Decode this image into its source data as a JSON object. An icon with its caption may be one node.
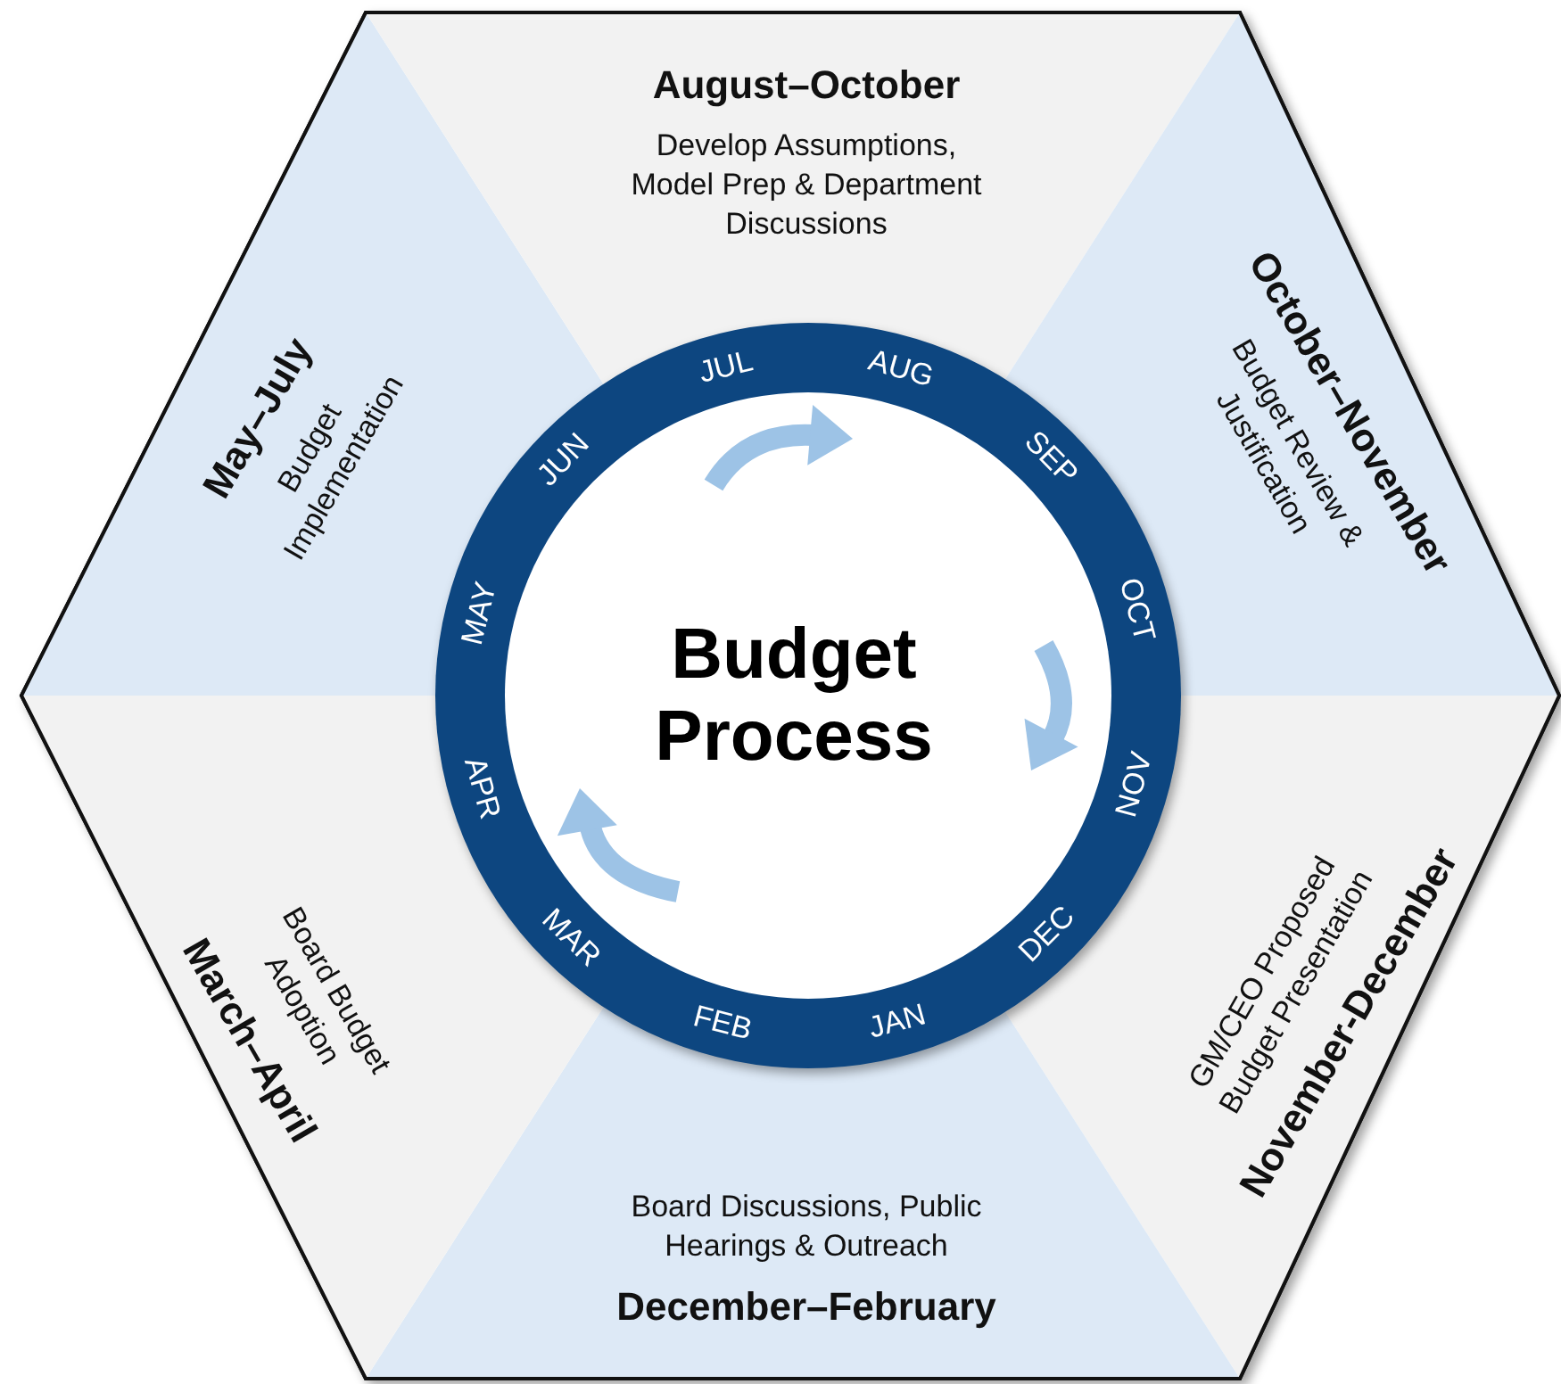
{
  "diagram": {
    "nodes": [
      {
        "text": [
          "May–July",
          "Budget Implementation"
        ]
      },
      {
        "text": [
          "August–October",
          "Develop Assumptions, Model Prep & Department Discussions"
        ]
      },
      {
        "text": [
          "October–November",
          "Budget Review & Justification"
        ]
      },
      {
        "text": [
          "GM/CEO Proposed Budget Presentation",
          "November-December"
        ]
      },
      {
        "text": [
          "Board Discussions, Public Hearings & Outreach",
          "December–February"
        ]
      },
      {
        "text": [
          "Board Budget Adoption",
          "March–April"
        ]
      },
      {
        "text": [
          "Budget Process"
        ]
      }
    ],
    "labels": [
      "JUL",
      "AUG",
      "SEP",
      "OCT",
      "NOV",
      "DEC",
      "JAN",
      "FEB",
      "MAR",
      "APR",
      "MAY",
      "JUN"
    ]
  }
}
